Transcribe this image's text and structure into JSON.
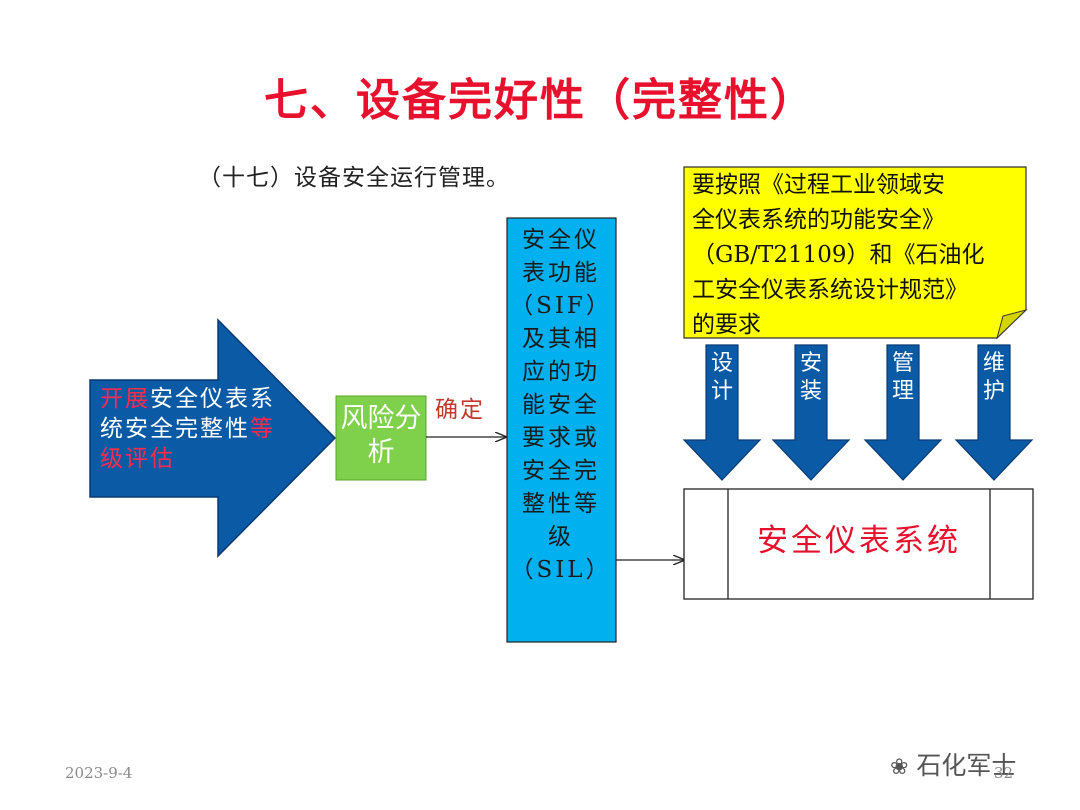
{
  "title": "七、设备完好性（完整性）",
  "subtitle": "（十七）设备安全运行管理。",
  "big_arrow": {
    "text_red_1": "开展",
    "text_white_1": "安全仪表系统安全完整性",
    "text_red_2": "等级评估",
    "fill": "#0a5aa6"
  },
  "risk_box": {
    "label": "风险分析",
    "fill": "#7fd04a"
  },
  "determine_label": "确定",
  "sif_box": {
    "text": "安全仪\n表功能\n（SIF）\n及其相\n应的功\n能安全\n要求或\n安全完\n整性等\n级\n（SIL）",
    "fill": "#00b0ef"
  },
  "note": {
    "text": "要按照《过程工业领域安\n全仪表系统的功能安全》\n（GB/T21109）和《石油化\n工安全仪表系统设计规范》\n的要求",
    "fill": "#ffff00"
  },
  "down_arrows": [
    {
      "label": "设\n计"
    },
    {
      "label": "安\n装"
    },
    {
      "label": "管\n理"
    },
    {
      "label": "维\n护"
    }
  ],
  "sis_box": {
    "label": "安全仪表系统"
  },
  "footer": {
    "date": "2023-9-4",
    "watermark": "石化军士",
    "page": "32"
  }
}
